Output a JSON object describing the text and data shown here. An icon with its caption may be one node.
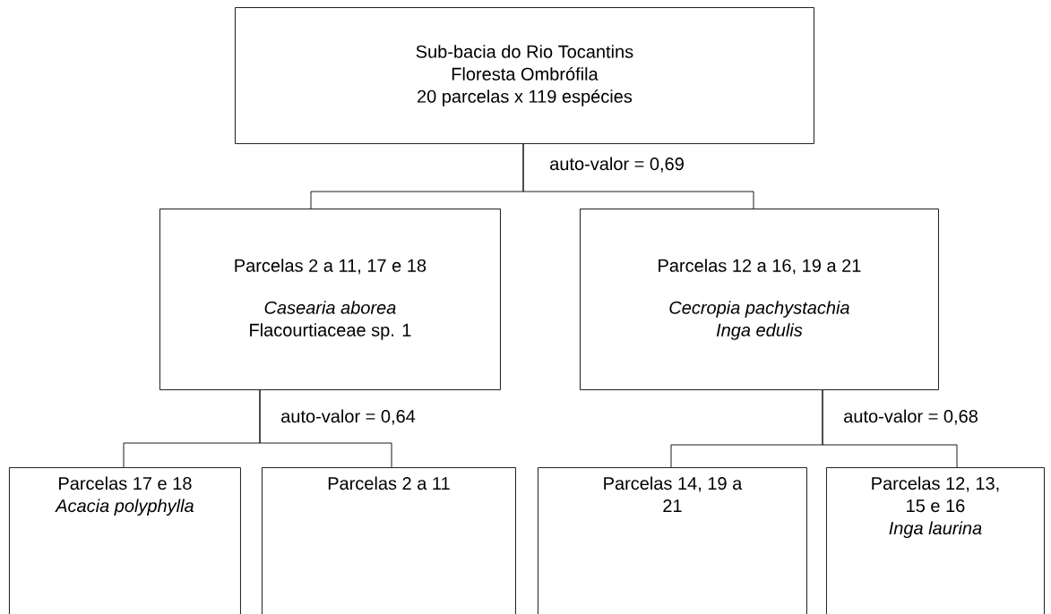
{
  "diagram": {
    "nodes": [
      {
        "text": [
          "Sub-bacia do Rio Tocantins",
          "Floresta Ombrófila",
          "20 parcelas x 119 espécies"
        ]
      },
      {
        "text": [
          "Parcelas 2 a 11, 17 e 18",
          "Casearia aborea",
          "Flacourtiaceae sp. 1"
        ]
      },
      {
        "text": [
          "Parcelas 12 a 16, 19 a 21",
          "Cecropia pachystachia",
          "Inga edulis"
        ]
      },
      {
        "text": [
          "Parcelas 17 e 18",
          "Acacia polyphylla"
        ]
      },
      {
        "text": [
          "Parcelas 2 a 11"
        ]
      },
      {
        "text": [
          "Parcelas 14, 19 a 21"
        ]
      },
      {
        "text": [
          "Parcelas 12, 13, 15 e 16",
          "Inga laurina"
        ]
      }
    ],
    "edges": [
      {
        "from": 0,
        "to": 1,
        "arrow": "none",
        "label": "auto-valor = 0,69"
      },
      {
        "from": 0,
        "to": 2,
        "arrow": "none"
      },
      {
        "from": 1,
        "to": 3,
        "arrow": "none",
        "label": "auto-valor = 0,64"
      },
      {
        "from": 1,
        "to": 4,
        "arrow": "none"
      },
      {
        "from": 2,
        "to": 5,
        "arrow": "none",
        "label": "auto-valor = 0,68"
      },
      {
        "from": 2,
        "to": 6,
        "arrow": "none"
      }
    ]
  }
}
